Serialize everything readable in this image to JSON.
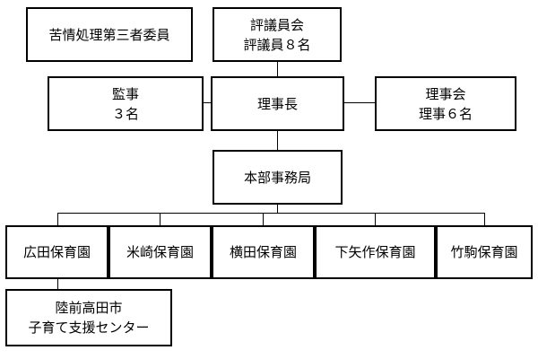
{
  "top": {
    "complaint_committee": "苦情処理第三者委員",
    "council": {
      "title": "評議員会",
      "detail": "評議員８名"
    }
  },
  "middle": {
    "auditors": {
      "title": "監事",
      "detail": "３名"
    },
    "chairman": "理事長",
    "board": {
      "title": "理事会",
      "detail": "理事６名"
    }
  },
  "headquarters": "本部事務局",
  "nurseries": [
    "広田保育園",
    "米崎保育園",
    "横田保育園",
    "下矢作保育園",
    "竹駒保育園"
  ],
  "support_center": {
    "line1": "陸前高田市",
    "line2": "子育て支援センター"
  }
}
